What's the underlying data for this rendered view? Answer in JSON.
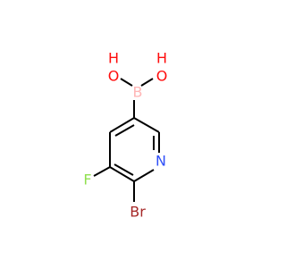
{
  "molecule": {
    "atoms": {
      "o1": {
        "label": "O",
        "color": "#ff0d0d"
      },
      "h1": {
        "label": "H",
        "color": "#ff0d0d"
      },
      "o2": {
        "label": "O",
        "color": "#ff0d0d"
      },
      "h2": {
        "label": "H",
        "color": "#ff0d0d"
      },
      "b": {
        "label": "B",
        "color": "#ffb5b5"
      },
      "n": {
        "label": "N",
        "color": "#3050f8"
      },
      "f": {
        "label": "F",
        "color": "#90e050"
      },
      "br": {
        "label": "Br",
        "color": "#a62929"
      }
    }
  }
}
